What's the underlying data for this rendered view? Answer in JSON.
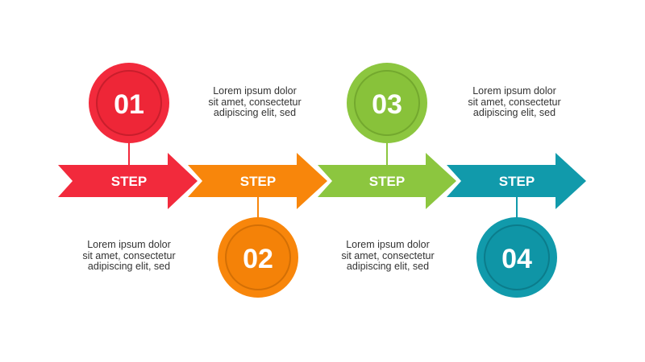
{
  "steps": [
    {
      "number": "01",
      "arrow_label": "STEP",
      "color": "#f22a3c",
      "text_lines": [
        "Lorem ipsum dolor",
        "sit amet, consectetur",
        "adipiscing elit, sed"
      ]
    },
    {
      "number": "02",
      "arrow_label": "STEP",
      "color": "#f8860b",
      "text_lines": [
        "Lorem ipsum dolor",
        "sit amet, consectetur",
        "adipiscing elit, sed"
      ]
    },
    {
      "number": "03",
      "arrow_label": "STEP",
      "color": "#8cc63f",
      "text_lines": [
        "Lorem ipsum dolor",
        "sit amet, consectetur",
        "adipiscing elit, sed"
      ]
    },
    {
      "number": "04",
      "arrow_label": "STEP",
      "color": "#119aab",
      "text_lines": [
        "Lorem ipsum dolor",
        "sit amet, consectetur",
        "adipiscing elit, sed"
      ]
    }
  ]
}
